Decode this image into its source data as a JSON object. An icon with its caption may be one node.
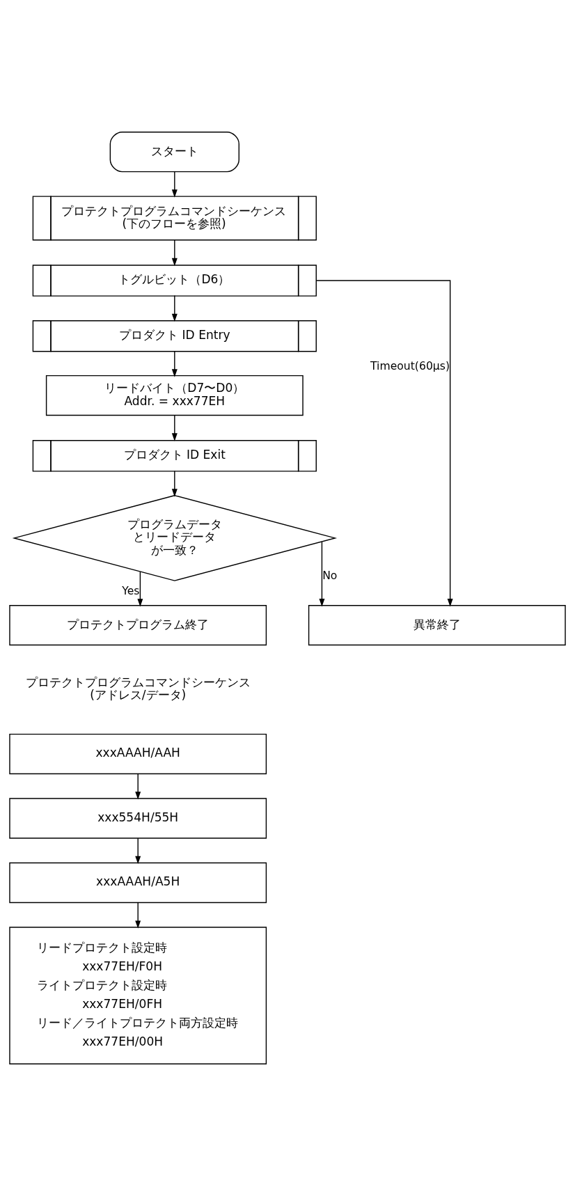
{
  "diagram": {
    "nodes": [
      {
        "text": [
          "スタート"
        ]
      },
      {
        "text": [
          "プロテクトプログラムコマンドシーケンス",
          "(下のフローを参照)"
        ]
      },
      {
        "text": [
          "トグルビット（D6）"
        ]
      },
      {
        "text": [
          "プロダクト ID Entry"
        ]
      },
      {
        "text": [
          "リードバイト（D7〜D0）",
          "Addr. = xxx77EH"
        ]
      },
      {
        "text": [
          "プロダクト ID Exit"
        ]
      },
      {
        "text": [
          "プログラムデータとリードデータが一致？"
        ]
      },
      {
        "text": [
          "プロテクトプログラム終了"
        ]
      },
      {
        "text": [
          "異常終了"
        ]
      },
      {
        "text": [
          "xxxAAAH/AAH"
        ]
      },
      {
        "text": [
          "xxx554H/55H"
        ]
      },
      {
        "text": [
          "xxxAAAH/A5H"
        ]
      },
      {
        "text": [
          "リードプロテクト設定時",
          "xxx77EH/F0H",
          "ライトプロテクト設定時",
          "xxx77EH/0FH",
          "リード／ライトプロテクト両方設定時",
          "xxx77EH/00H"
        ]
      }
    ],
    "edges": [
      {
        "from": 0,
        "to": 1,
        "arrow": "to"
      },
      {
        "from": 1,
        "to": 2,
        "arrow": "to"
      },
      {
        "from": 2,
        "to": 3,
        "arrow": "to"
      },
      {
        "from": 3,
        "to": 4,
        "arrow": "to"
      },
      {
        "from": 4,
        "to": 5,
        "arrow": "to"
      },
      {
        "from": 5,
        "to": 6,
        "arrow": "to"
      },
      {
        "from": 6,
        "to": 7,
        "arrow": "to",
        "label": "Yes"
      },
      {
        "from": 6,
        "to": 8,
        "arrow": "to",
        "label": "No"
      },
      {
        "from": 2,
        "to": 8,
        "arrow": "to",
        "label": "Timeout(60μs)"
      },
      {
        "from": 9,
        "to": 10,
        "arrow": "to"
      },
      {
        "from": 10,
        "to": 11,
        "arrow": "to"
      },
      {
        "from": 11,
        "to": 12,
        "arrow": "to"
      }
    ],
    "labels": [
      "プロテクトプログラムコマンドシーケンス",
      "(アドレス/データ)"
    ]
  }
}
